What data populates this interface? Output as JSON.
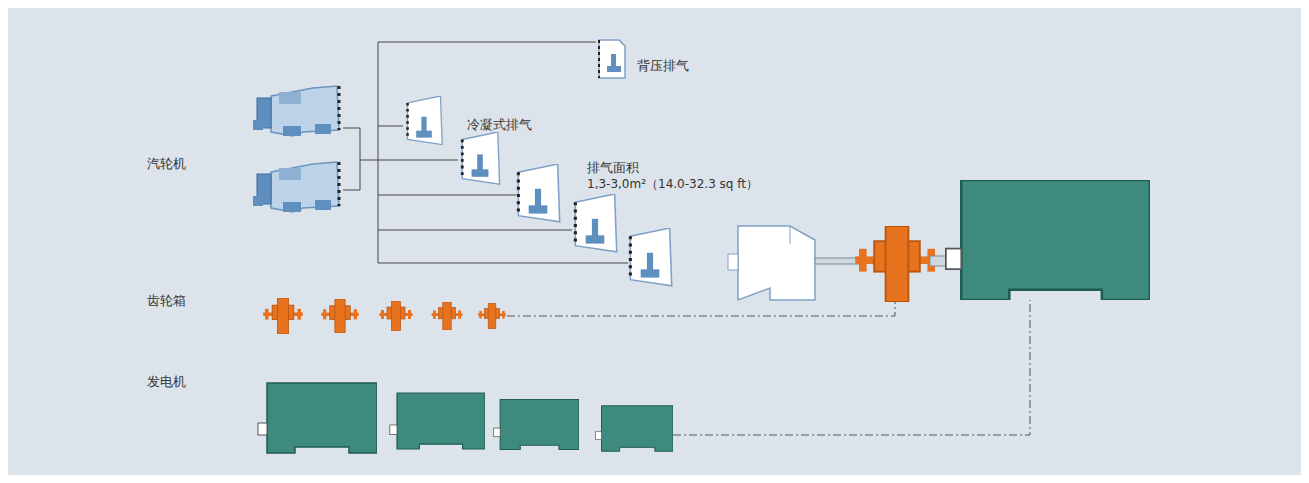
{
  "diagram": {
    "labels": [
      "背压排气",
      "冷凝式排气",
      "排气面积",
      "1,3-3,0m²（14.0-32.3 sq ft）",
      "汽轮机",
      "齿轮箱",
      "发电机"
    ]
  }
}
